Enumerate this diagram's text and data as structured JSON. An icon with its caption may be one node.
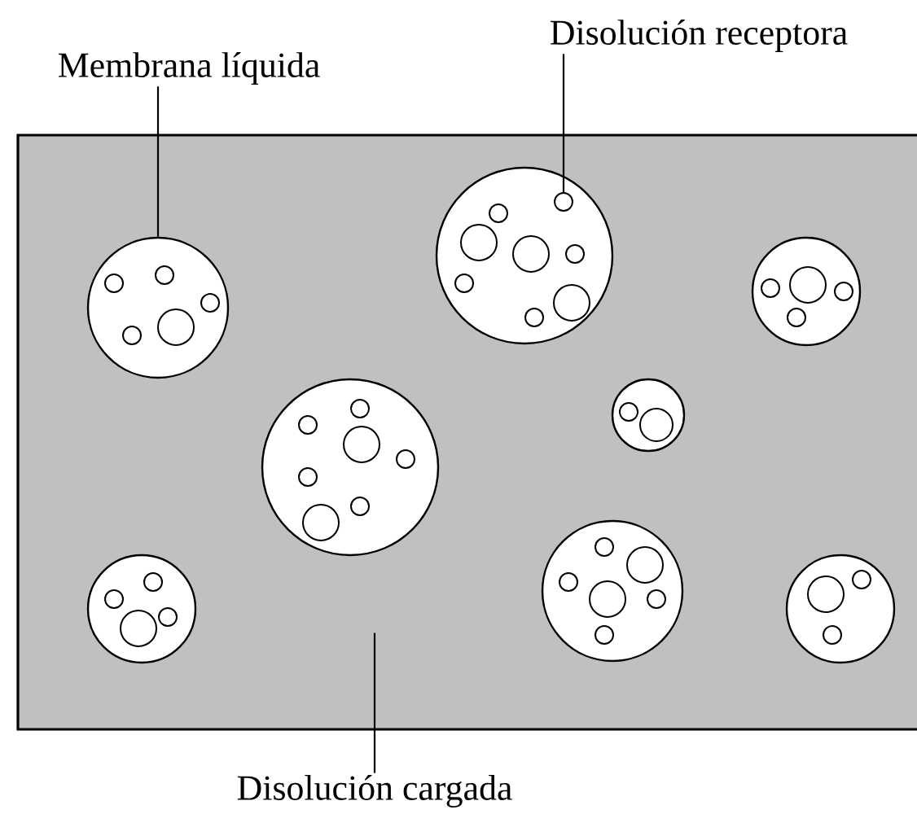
{
  "diagram": {
    "nodes": [
      {
        "text": [
          "Membrana líquida"
        ]
      },
      {
        "text": [
          "Disolución receptora"
        ]
      },
      {
        "text": [],
        "shape": "box"
      },
      {
        "text": [],
        "shape": "circle",
        "in": 2
      },
      {
        "text": [],
        "shape": "circle",
        "in": 3
      },
      {
        "text": [],
        "shape": "circle",
        "in": 3
      },
      {
        "text": [],
        "shape": "circle",
        "in": 3
      },
      {
        "text": [],
        "shape": "circle",
        "in": 3
      },
      {
        "text": [],
        "shape": "circle",
        "in": 3
      },
      {
        "text": [],
        "shape": "circle",
        "in": 2
      },
      {
        "text": [],
        "shape": "circle",
        "in": 9
      },
      {
        "text": [],
        "shape": "circle",
        "in": 9
      },
      {
        "text": [],
        "shape": "circle",
        "in": 9
      },
      {
        "text": [],
        "shape": "circle",
        "in": 9
      },
      {
        "text": [],
        "shape": "circle",
        "in": 9
      },
      {
        "text": [],
        "shape": "circle",
        "in": 9
      },
      {
        "text": [],
        "shape": "circle",
        "in": 9
      },
      {
        "text": [],
        "shape": "circle",
        "in": 9
      },
      {
        "text": [],
        "shape": "circle",
        "in": 2
      },
      {
        "text": [],
        "shape": "circle",
        "in": 18
      },
      {
        "text": [],
        "shape": "circle",
        "in": 18
      },
      {
        "text": [],
        "shape": "circle",
        "in": 18
      },
      {
        "text": [],
        "shape": "circle",
        "in": 18
      },
      {
        "text": [],
        "shape": "circle",
        "in": 2
      },
      {
        "text": [],
        "shape": "circle",
        "in": 23
      },
      {
        "text": [],
        "shape": "circle",
        "in": 23
      },
      {
        "text": [],
        "shape": "circle",
        "in": 23
      },
      {
        "text": [],
        "shape": "circle",
        "in": 23
      },
      {
        "text": [],
        "shape": "circle",
        "in": 23
      },
      {
        "text": [],
        "shape": "circle",
        "in": 23
      },
      {
        "text": [],
        "shape": "circle",
        "in": 23
      },
      {
        "text": [],
        "shape": "circle",
        "in": 2
      },
      {
        "text": [],
        "shape": "circle",
        "in": 31
      },
      {
        "text": [],
        "shape": "circle",
        "in": 31
      },
      {
        "text": [],
        "shape": "circle",
        "in": 2
      },
      {
        "text": [],
        "shape": "circle",
        "in": 34
      },
      {
        "text": [],
        "shape": "circle",
        "in": 34
      },
      {
        "text": [],
        "shape": "circle",
        "in": 34
      },
      {
        "text": [],
        "shape": "circle",
        "in": 34
      },
      {
        "text": [],
        "shape": "circle",
        "in": 2
      },
      {
        "text": [],
        "shape": "circle",
        "in": 39
      },
      {
        "text": [],
        "shape": "circle",
        "in": 39
      },
      {
        "text": [],
        "shape": "circle",
        "in": 39
      },
      {
        "text": [],
        "shape": "circle",
        "in": 39
      },
      {
        "text": [],
        "shape": "circle",
        "in": 39
      },
      {
        "text": [],
        "shape": "circle",
        "in": 39
      },
      {
        "text": [],
        "shape": "circle",
        "in": 2
      },
      {
        "text": [],
        "shape": "circle",
        "in": 46
      },
      {
        "text": [],
        "shape": "circle",
        "in": 46
      },
      {
        "text": [],
        "shape": "circle",
        "in": 46
      },
      {
        "text": [
          "Disolución cargada"
        ]
      }
    ],
    "edges": [
      {
        "from": 0,
        "to": 3,
        "arrow": "none"
      },
      {
        "from": 1,
        "to": 10,
        "arrow": "none"
      },
      {
        "from": 50,
        "to": 2,
        "arrow": "none"
      }
    ]
  }
}
